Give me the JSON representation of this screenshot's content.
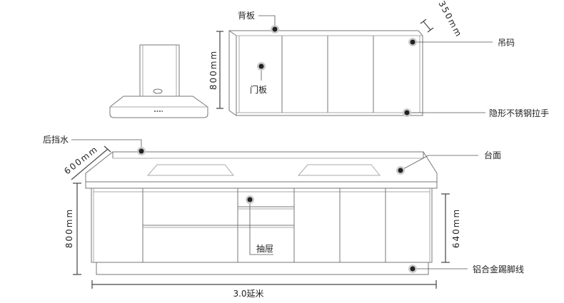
{
  "labels": {
    "back_panel": "背板",
    "hanging_code": "吊码",
    "door_panel": "门板",
    "hidden_handle": "隐形不锈钢拉手",
    "backsplash": "后挡水",
    "countertop": "台面",
    "drawer": "抽屉",
    "kickboard": "铝合金踢脚线"
  },
  "dimensions": {
    "wall_cabinet_height": "800mm",
    "wall_cabinet_depth": "350mm",
    "base_depth": "600mm",
    "base_height": "800mm",
    "cabinet_body_height": "640mm",
    "total_length": "3.0延米"
  }
}
